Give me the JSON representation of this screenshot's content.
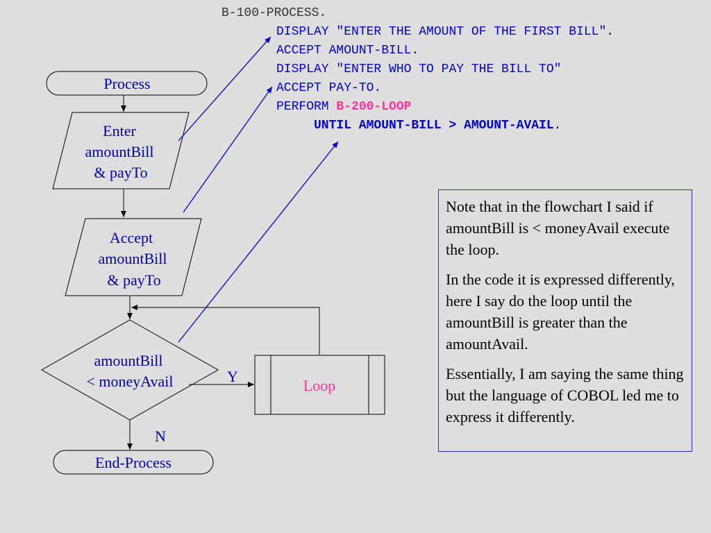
{
  "code": {
    "lines": [
      {
        "parts": [
          {
            "text": "B-100-PROCESS.",
            "style": "head"
          }
        ]
      },
      {
        "parts": [
          {
            "text": "DISPLAY \"ENTER THE AMOUNT OF THE FIRST BILL\"",
            "style": "kw"
          },
          {
            "text": ".",
            "style": "black"
          }
        ]
      },
      {
        "parts": [
          {
            "text": "ACCEPT AMOUNT-BILL.",
            "style": "kw"
          }
        ]
      },
      {
        "parts": [
          {
            "text": "DISPLAY \"ENTER WHO TO PAY THE BILL TO\"",
            "style": "kw"
          }
        ]
      },
      {
        "parts": [
          {
            "text": "ACCEPT PAY-TO.",
            "style": "kw"
          }
        ]
      },
      {
        "parts": [
          {
            "text": "PERFORM ",
            "style": "kw"
          },
          {
            "text": "B-200-LOOP",
            "style": "pink"
          }
        ]
      },
      {
        "parts": [
          {
            "text": "UNTIL AMOUNT-BILL > AMOUNT-AVAIL",
            "style": "kw bold"
          },
          {
            "text": ".",
            "style": "black"
          }
        ]
      }
    ]
  },
  "flowchart": {
    "process_label": "Process",
    "enter_lines": [
      "Enter",
      "amountBill",
      "& payTo"
    ],
    "accept_lines": [
      "Accept",
      "amountBill",
      "& payTo"
    ],
    "decision_lines": [
      "amountBill",
      "< moneyAvail"
    ],
    "yes_label": "Y",
    "no_label": "N",
    "loop_label": "Loop",
    "end_label": "End-Process"
  },
  "note": {
    "paragraphs": [
      "Note that in the flowchart I said if amountBill is < moneyAvail execute the loop.",
      "In the code it is expressed differently, here I say do the loop until the amountBill is greater than the amountAvail.",
      "Essentially, I am saying the same thing but the language of COBOL led me to express it differently."
    ]
  },
  "colors": {
    "background": "#dedede",
    "code_keyword": "#0000cc",
    "code_header": "#333333",
    "code_highlight": "#ff3399",
    "connector_arrow": "#0000cc",
    "loop_text": "#ff3399",
    "flow_text": "#0000aa",
    "note_border": "#2a2acc"
  }
}
